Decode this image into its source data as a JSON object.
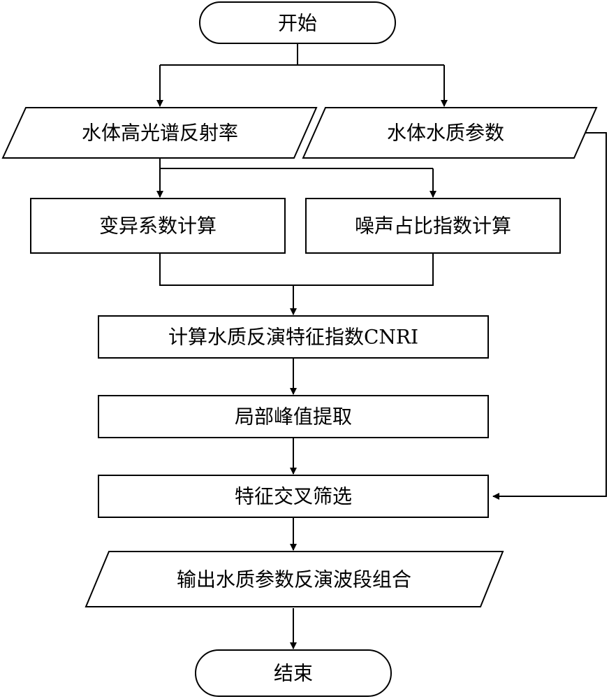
{
  "nodes": {
    "start": "开始",
    "hyperspectral_reflectance": "水体高光谱反射率",
    "water_quality_params": "水体水质参数",
    "cv_calc": "变异系数计算",
    "noise_ratio_calc": "噪声占比指数计算",
    "cnri_calc": "计算水质反演特征指数CNRI",
    "peak_extract": "局部峰值提取",
    "cross_screen": "特征交叉筛选",
    "output_bands": "输出水质参数反演波段组合",
    "end": "结束"
  }
}
